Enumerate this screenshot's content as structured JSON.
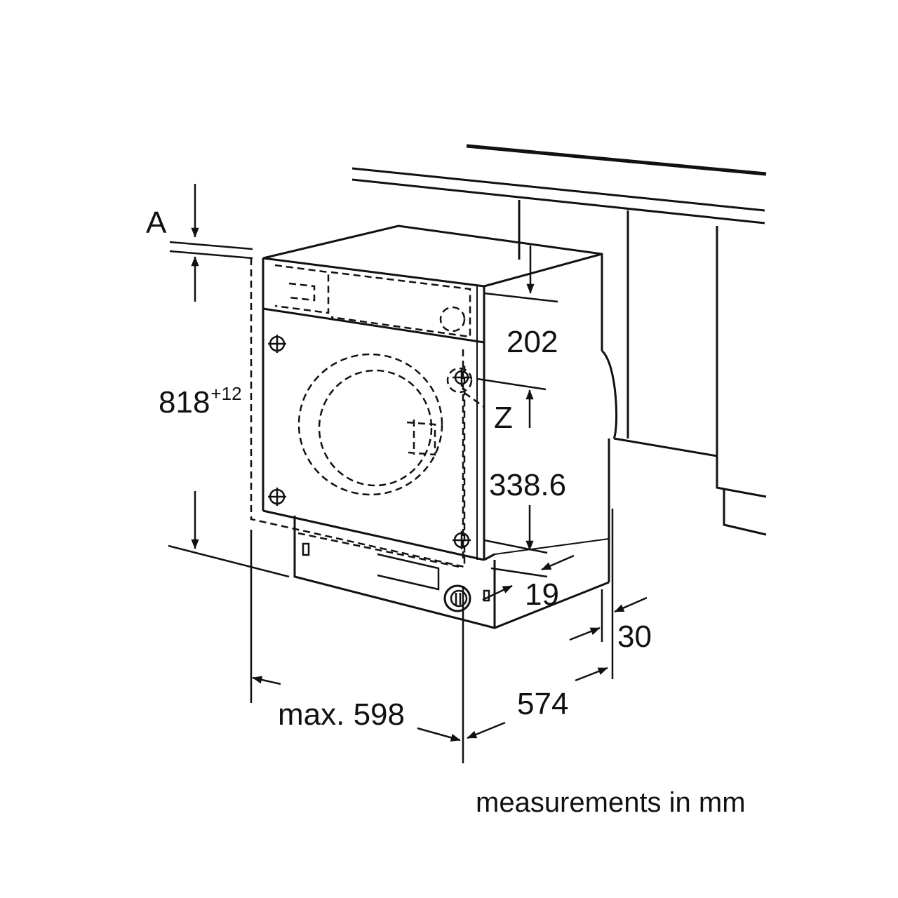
{
  "diagram": {
    "labels": {
      "a": "A",
      "height_main": "818",
      "height_tolerance": "+12",
      "panel_height": "202",
      "z": "Z",
      "hinge_distance": "338.6",
      "plinth_depth": "19",
      "side_gap": "30",
      "depth": "574",
      "width": "max. 598"
    },
    "footnote": "measurements in mm",
    "colors": {
      "line": "#111111",
      "background": "#ffffff"
    }
  }
}
